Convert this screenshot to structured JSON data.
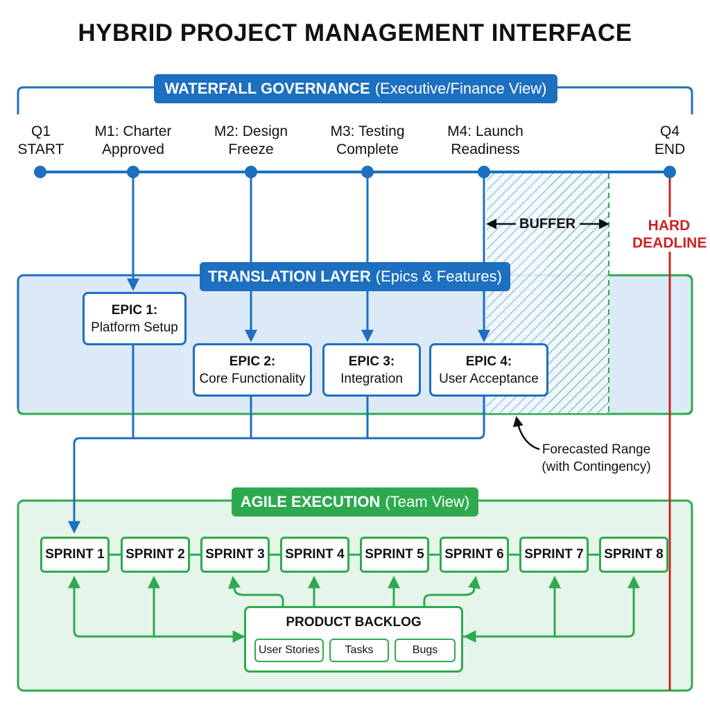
{
  "title": "HYBRID PROJECT MANAGEMENT INTERFACE",
  "waterfall": {
    "label": "WATERFALL GOVERNANCE",
    "sublabel": "(Executive/Finance View)",
    "milestones": [
      {
        "line1": "Q1",
        "line2": "START"
      },
      {
        "line1": "M1: Charter",
        "line2": "Approved"
      },
      {
        "line1": "M2: Design",
        "line2": "Freeze"
      },
      {
        "line1": "M3: Testing",
        "line2": "Complete"
      },
      {
        "line1": "M4: Launch",
        "line2": "Readiness"
      },
      {
        "line1": "Q4",
        "line2": "END"
      }
    ],
    "buffer_label": "BUFFER",
    "deadline_line1": "HARD",
    "deadline_line2": "DEADLINE"
  },
  "translation": {
    "label": "TRANSLATION LAYER",
    "sublabel": "(Epics & Features)",
    "epics": [
      {
        "title": "EPIC 1:",
        "name": "Platform Setup"
      },
      {
        "title": "EPIC 2:",
        "name": "Core Functionality"
      },
      {
        "title": "EPIC 3:",
        "name": "Integration"
      },
      {
        "title": "EPIC 4:",
        "name": "User Acceptance"
      }
    ],
    "forecast_line1": "Forecasted Range",
    "forecast_line2": "(with Contingency)"
  },
  "agile": {
    "label": "AGILE EXECUTION",
    "sublabel": "(Team View)",
    "sprints": [
      "SPRINT 1",
      "SPRINT 2",
      "SPRINT 3",
      "SPRINT 4",
      "SPRINT 5",
      "SPRINT 6",
      "SPRINT 7",
      "SPRINT 8"
    ],
    "backlog": {
      "title": "PRODUCT BACKLOG",
      "items": [
        "User Stories",
        "Tasks",
        "Bugs"
      ]
    }
  },
  "colors": {
    "blue": "#1d6fbf",
    "green": "#2daa4e",
    "red": "#cc2222"
  }
}
